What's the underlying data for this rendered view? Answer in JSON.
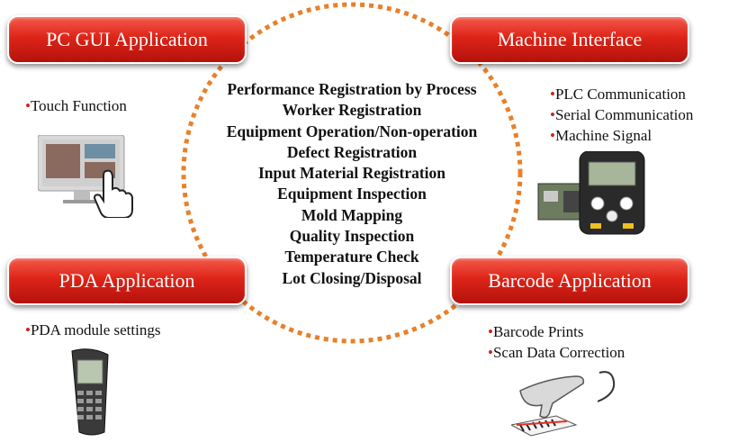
{
  "center": {
    "items": [
      "Performance Registration by Process",
      "Worker Registration",
      "Equipment Operation/Non-operation",
      "Defect Registration",
      "Input Material Registration",
      "Equipment Inspection",
      "Mold Mapping",
      "Quality Inspection",
      "Temperature Check",
      "Lot Closing/Disposal"
    ]
  },
  "modules": {
    "pc_gui": {
      "title": "PC GUI Application",
      "features": [
        "Touch Function"
      ],
      "icon": "touch-monitor-icon"
    },
    "machine": {
      "title": "Machine Interface",
      "features": [
        "PLC Communication",
        "Serial Communication",
        "Machine Signal"
      ],
      "icon": "plc-device-icon"
    },
    "pda": {
      "title": "PDA Application",
      "features": [
        "PDA module settings"
      ],
      "icon": "pda-handheld-icon"
    },
    "barcode": {
      "title": "Barcode Application",
      "features": [
        "Barcode Prints",
        "Scan Data Correction"
      ],
      "icon": "barcode-scanner-icon"
    }
  },
  "colors": {
    "pill": "#dd2418",
    "dashed_circle": "#e8802a",
    "bullet": "#c8261a"
  }
}
